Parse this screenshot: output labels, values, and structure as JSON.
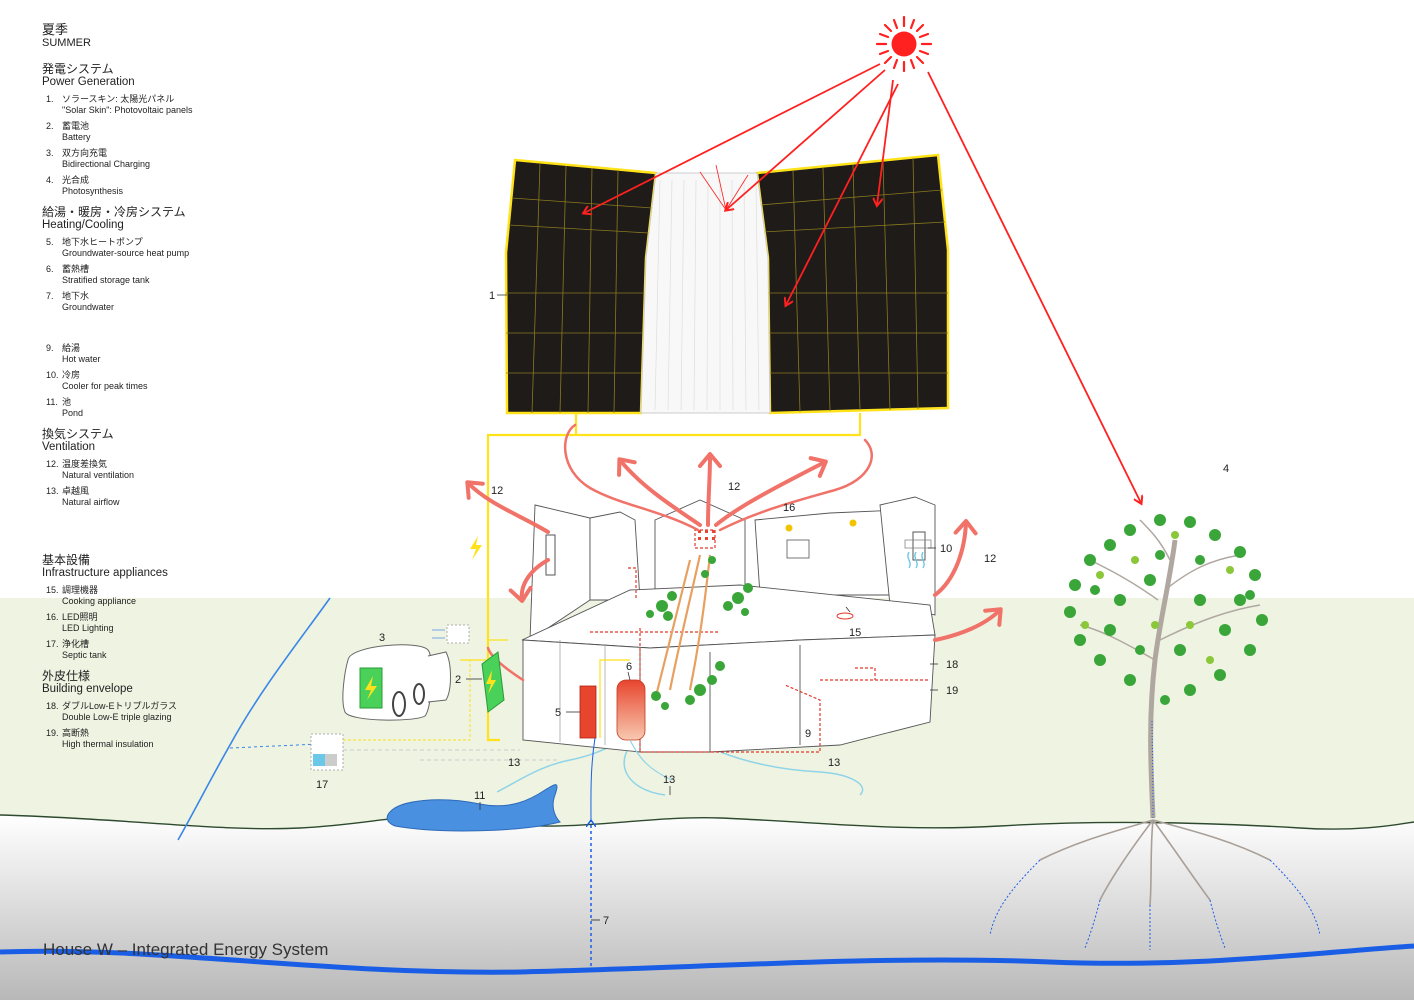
{
  "season": {
    "jp": "夏季",
    "en": "SUMMER"
  },
  "sections": [
    {
      "jp": "発電システム",
      "en": "Power Generation",
      "items": [
        {
          "num": "1.",
          "jp": "ソラースキン: 太陽光パネル",
          "en": "\"Solar Skin\": Photovoltaic panels"
        },
        {
          "num": "2.",
          "jp": "蓄電池",
          "en": "Battery"
        },
        {
          "num": "3.",
          "jp": "双方向充電",
          "en": "Bidirectional Charging"
        },
        {
          "num": "4.",
          "jp": "光合成",
          "en": "Photosynthesis"
        }
      ]
    },
    {
      "jp": "給湯・暖房・冷房システム",
      "en": "Heating/Cooling",
      "items": [
        {
          "num": "5.",
          "jp": "地下水ヒートポンプ",
          "en": "Groundwater-source heat pump"
        },
        {
          "num": "6.",
          "jp": "蓄熱槽",
          "en": "Stratified storage tank"
        },
        {
          "num": "7.",
          "jp": "地下水",
          "en": "Groundwater"
        },
        {
          "num": "9.",
          "jp": "給湯",
          "en": "Hot water"
        },
        {
          "num": "10.",
          "jp": "冷房",
          "en": "Cooler for peak times"
        },
        {
          "num": "11.",
          "jp": "池",
          "en": "Pond"
        }
      ]
    },
    {
      "jp": "換気システム",
      "en": "Ventilation",
      "items": [
        {
          "num": "12.",
          "jp": "温度差換気",
          "en": "Natural ventilation"
        },
        {
          "num": "13.",
          "jp": "卓越風",
          "en": "Natural airflow"
        }
      ]
    },
    {
      "jp": "基本設備",
      "en": "Infrastructure appliances",
      "items": [
        {
          "num": "15.",
          "jp": "調理機器",
          "en": "Cooking appliance"
        },
        {
          "num": "16.",
          "jp": "LED照明",
          "en": "LED Lighting"
        },
        {
          "num": "17.",
          "jp": "浄化槽",
          "en": "Septic tank"
        }
      ]
    },
    {
      "jp": "外皮仕様",
      "en": "Building envelope",
      "items": [
        {
          "num": "18.",
          "jp": "ダブルLow-Eトリプルガラス",
          "en": "Double Low-E triple glazing"
        },
        {
          "num": "19.",
          "jp": "高断熱",
          "en": "High thermal insulation"
        }
      ]
    }
  ],
  "title": "House W – Integrated Energy System",
  "callouts": {
    "c1": "1",
    "c2": "2",
    "c3": "3",
    "c4": "4",
    "c5": "5",
    "c6": "6",
    "c7": "7",
    "c9": "9",
    "c10": "10",
    "c11": "11",
    "c12a": "12",
    "c12b": "12",
    "c12c": "12",
    "c13a": "13",
    "c13b": "13",
    "c13c": "13",
    "c15": "15",
    "c16": "16",
    "c17": "17",
    "c18": "18",
    "c19": "19"
  },
  "colors": {
    "sun": "#ff2a1a",
    "solar_panel": "#1e1b18",
    "panel_frame": "#ffe21a",
    "heat_arrow": "#f07268",
    "ground": "#eef3e2",
    "groundwater": "#1a5ee6",
    "pond": "#4a90e0",
    "leaf": "#3aa63a",
    "battery": "#49d15a"
  }
}
